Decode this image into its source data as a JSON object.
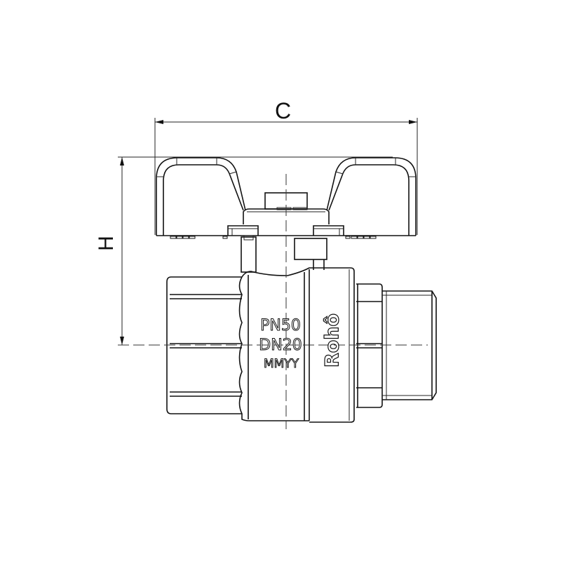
{
  "drawing": {
    "subject": "Ball valve with butterfly handle, female x male thread",
    "dimensions": {
      "width_label": "C",
      "height_label": "H"
    },
    "body_markings": {
      "pressure": "PN50",
      "nominal_diameter": "DN20",
      "date_code": "MMYY"
    },
    "brand": "Rohô",
    "colors": {
      "line": "#111111",
      "background": "#ffffff"
    }
  }
}
